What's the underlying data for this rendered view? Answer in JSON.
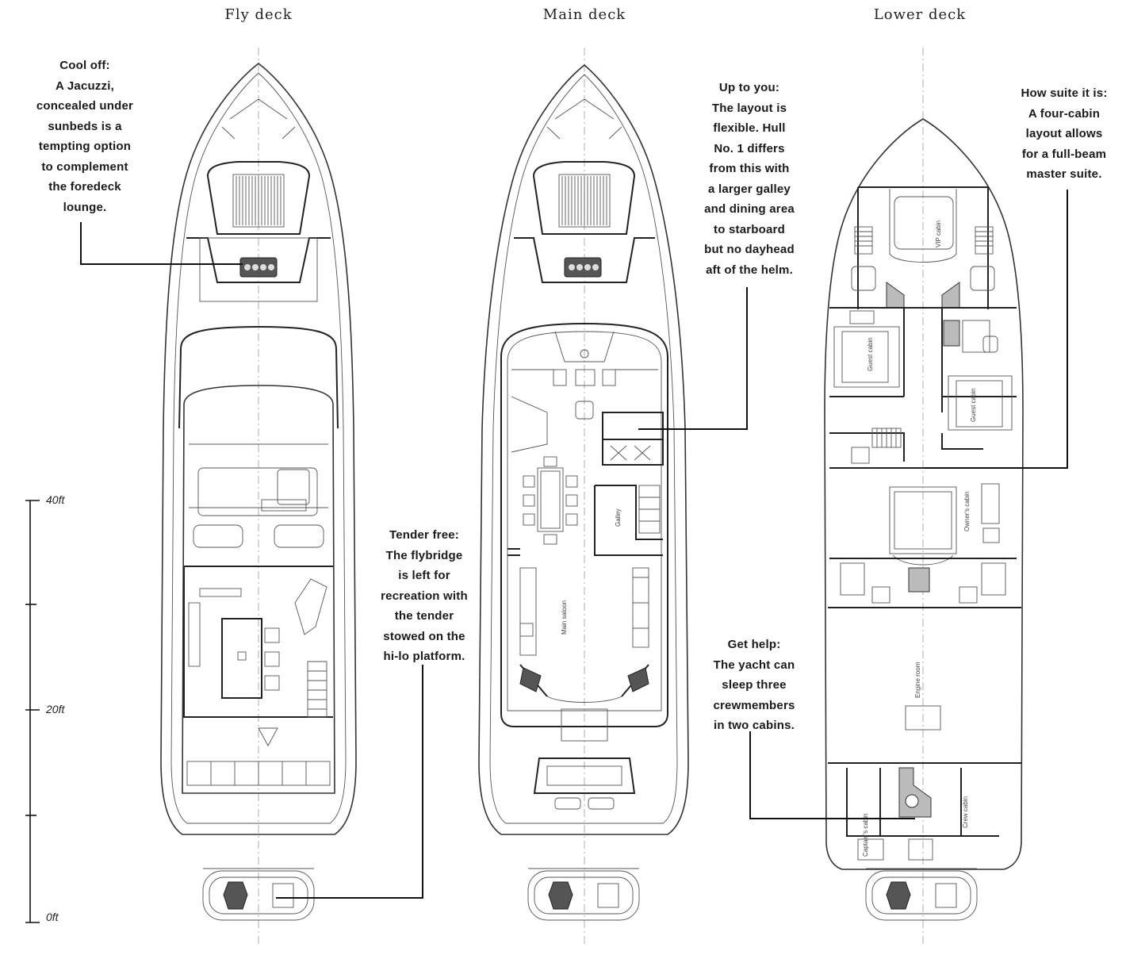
{
  "decks": [
    {
      "title": "Fly deck"
    },
    {
      "title": "Main deck"
    },
    {
      "title": "Lower deck"
    }
  ],
  "notes": {
    "cool_off": [
      "Cool off:",
      "A Jacuzzi,",
      "concealed under",
      "sunbeds is a",
      "tempting option",
      "to complement",
      "the foredeck",
      "lounge."
    ],
    "tender_free": [
      "Tender free:",
      "The flybridge",
      "is left for",
      "recreation with",
      "the tender",
      "stowed on the",
      "hi-lo platform."
    ],
    "up_to_you": [
      "Up to you:",
      "The layout is",
      "flexible. Hull",
      "No. 1 differs",
      "from this with",
      "a larger galley",
      "and dining area",
      "to starboard",
      "but no dayhead",
      "aft of the helm."
    ],
    "how_suite": [
      "How suite it is:",
      "A four-cabin",
      "layout allows",
      "for a full-beam",
      "master suite."
    ],
    "get_help": [
      "Get help:",
      "The yacht can",
      "sleep three",
      "crewmembers",
      "in two cabins."
    ]
  },
  "scale": {
    "labels": [
      "40ft",
      "20ft",
      "0ft"
    ]
  },
  "room_labels": {
    "galley": "Galley",
    "main_saloon": "Main saloon",
    "vip_cabin": "VIP cabin",
    "guest_cabin_port": "Guest cabin",
    "guest_cabin_stbd": "Guest cabin",
    "owners_cabin": "Owner's cabin",
    "engine_room": "Engine room",
    "captains_cabin": "Captain's cabin",
    "crew_cabin": "Crew cabin"
  }
}
